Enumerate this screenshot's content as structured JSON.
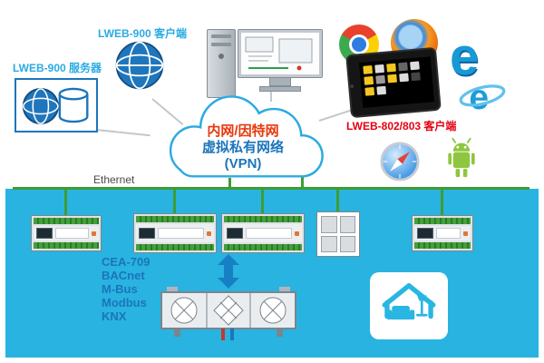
{
  "labels": {
    "lweb900_client": "LWEB-900 客户端",
    "lweb900_server": "LWEB-900 服务器",
    "lweb802_client": "LWEB-802/803 客户端",
    "ethernet": "Ethernet"
  },
  "cloud": {
    "line1": "内网/因特网",
    "line2": "虚拟私有网络",
    "line3": "(VPN)"
  },
  "protocols": [
    "CEA-709",
    "BACnet",
    "M-Bus",
    "Modbus",
    "KNX"
  ],
  "icons": {
    "edge_glyph": "e",
    "ie_glyph": "e"
  },
  "colors": {
    "band_cyan": "#29b3e0",
    "cloud_border": "#29abe2",
    "line_green": "#3f9c35",
    "text_red": "#e8380d",
    "text_blue": "#1b75bc",
    "label_cyan": "#29abe2",
    "lweb802_red": "#e60012",
    "accent_cyan": "#29b6e2"
  }
}
